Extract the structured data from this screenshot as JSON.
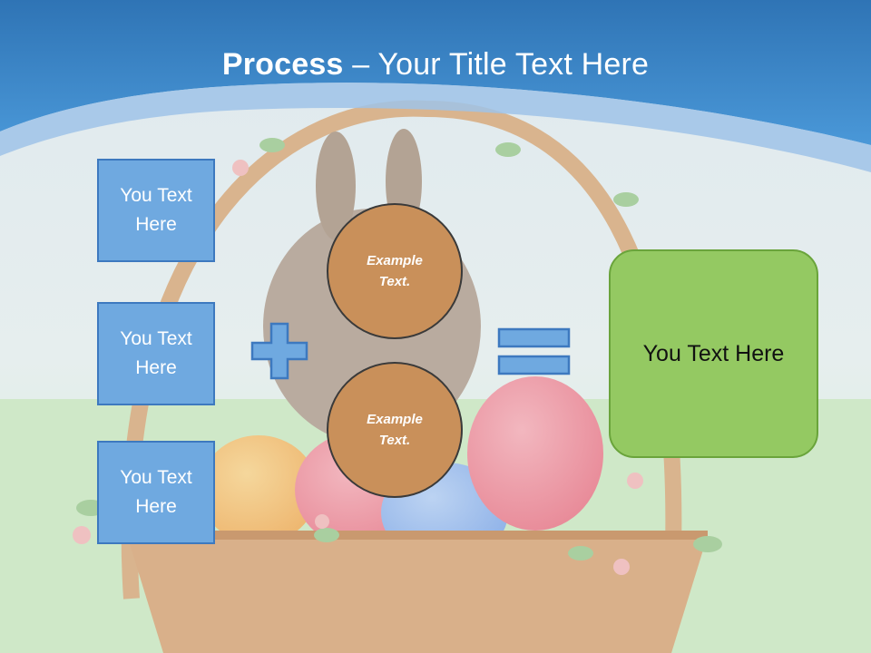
{
  "title": {
    "bold": "Process",
    "rest": " – Your Title Text Here"
  },
  "inputs": [
    {
      "line1": "You Text",
      "line2": "Here"
    },
    {
      "line1": "You Text",
      "line2": "Here"
    },
    {
      "line1": "You Text",
      "line2": "Here"
    }
  ],
  "circles": [
    {
      "line1": "Example",
      "line2": "Text."
    },
    {
      "line1": "Example",
      "line2": "Text."
    }
  ],
  "result": {
    "label": "You Text Here"
  },
  "colors": {
    "header_blue": "#3b86cf",
    "box_fill": "#6fa9e0",
    "box_border": "#3d79bf",
    "circle_fill": "#c9905a",
    "result_fill": "#94c962",
    "operator_fill": "#6fa9e0"
  },
  "icons": {
    "plus": "plus-icon",
    "equals": "equals-icon"
  }
}
